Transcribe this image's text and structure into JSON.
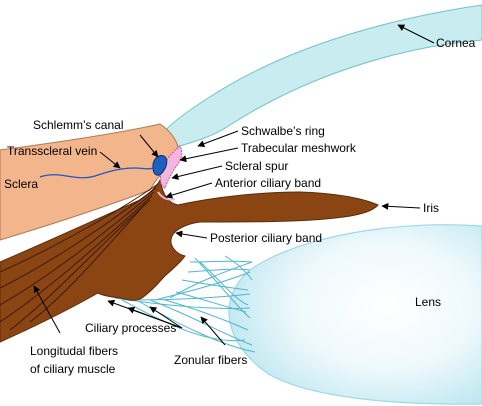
{
  "labels": {
    "cornea": "Cornea",
    "schlemms_canal": "Schlemm’s canal",
    "schwalbes_ring": "Schwalbe’s ring",
    "trabecular_meshwork": "Trabecular meshwork",
    "transscleral_vein": "Transscleral vein",
    "scleral_spur": "Scleral spur",
    "sclera": "Sclera",
    "anterior_ciliary_band": "Anterior ciliary band",
    "iris": "Iris",
    "posterior_ciliary_band": "Posterior ciliary band",
    "lens": "Lens",
    "ciliary_processes": "Ciliary processes",
    "longitudinal_fibers_line1": "Longitudal fibers",
    "longitudinal_fibers_line2": "of ciliary muscle",
    "zonular_fibers": "Zonular fibers"
  },
  "colors": {
    "cornea": "#c8ecef",
    "cornea_stroke": "#6fc3cc",
    "sclera": "#f2b58c",
    "sclera_stroke": "#b07a55",
    "ciliary_body": "#8b4513",
    "ciliary_dark": "#5c2c0a",
    "lens_light": "#eaf7fb",
    "lens_edge": "#9fd9e6",
    "zonules": "#4fb6cf",
    "vein": "#1f57c8",
    "schlemm": "#1e5fc0",
    "trabecular": "#f3b7df",
    "trabecular_stroke": "#c054a2"
  }
}
